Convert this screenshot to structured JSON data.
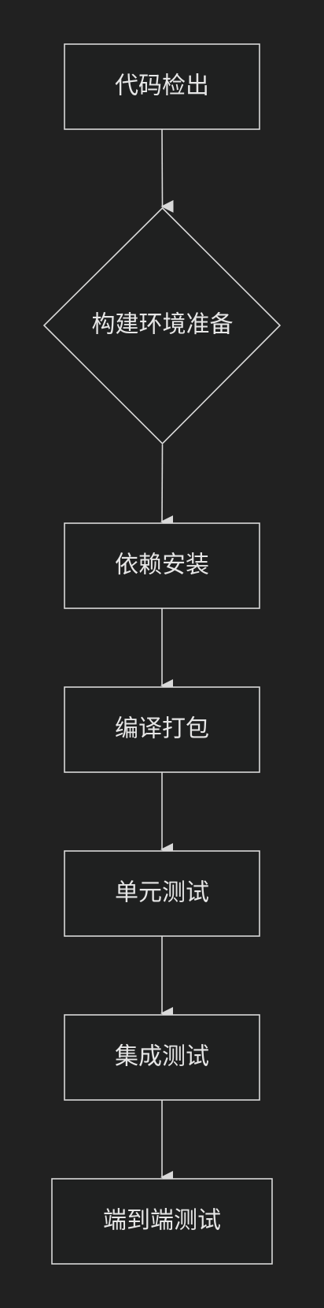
{
  "diagram": {
    "colors": {
      "background": "#212121",
      "node_fill": "#1f2020",
      "stroke": "#d9d9d9",
      "text": "#e6e6e6"
    },
    "nodes": [
      {
        "id": "checkout",
        "label": "代码检出",
        "shape": "rect"
      },
      {
        "id": "env",
        "label": "构建环境准备",
        "shape": "diamond"
      },
      {
        "id": "deps",
        "label": "依赖安装",
        "shape": "rect"
      },
      {
        "id": "build",
        "label": "编译打包",
        "shape": "rect"
      },
      {
        "id": "unit",
        "label": "单元测试",
        "shape": "rect"
      },
      {
        "id": "integration",
        "label": "集成测试",
        "shape": "rect"
      },
      {
        "id": "e2e",
        "label": "端到端测试",
        "shape": "rect"
      }
    ],
    "edges": [
      {
        "from": "checkout",
        "to": "env"
      },
      {
        "from": "env",
        "to": "deps"
      },
      {
        "from": "deps",
        "to": "build"
      },
      {
        "from": "build",
        "to": "unit"
      },
      {
        "from": "unit",
        "to": "integration"
      },
      {
        "from": "integration",
        "to": "e2e"
      }
    ]
  }
}
